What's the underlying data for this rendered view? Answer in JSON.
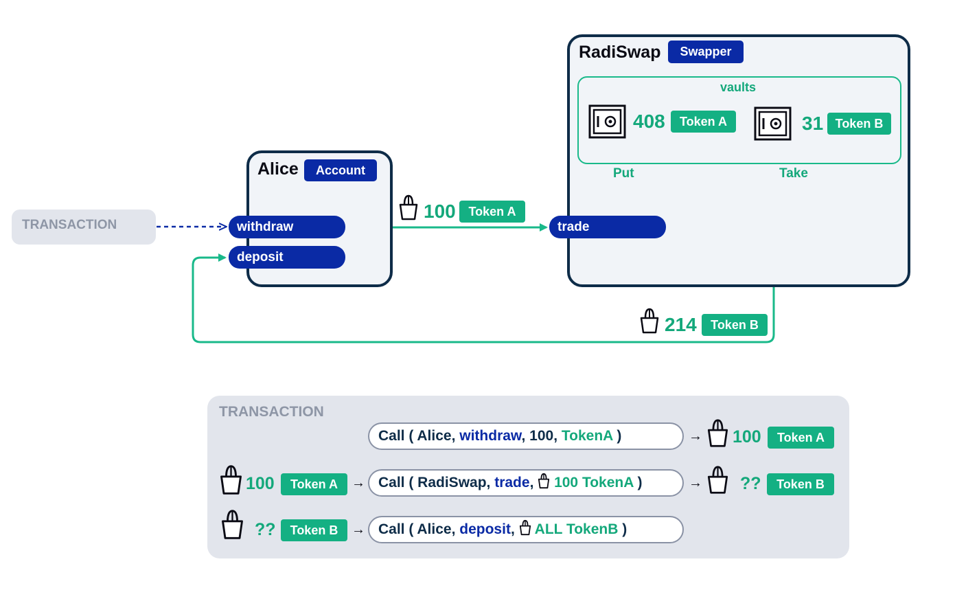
{
  "transaction_label": "TRANSACTION",
  "alice": {
    "name": "Alice",
    "type": "Account",
    "methods": [
      "withdraw",
      "deposit"
    ]
  },
  "radiswap": {
    "name": "RadiSwap",
    "type": "Swapper",
    "vaults_label": "vaults",
    "vault_a": {
      "amount": "408",
      "token": "Token A"
    },
    "vault_b": {
      "amount": "31",
      "token": "Token B"
    },
    "put_label": "Put",
    "take_label": "Take",
    "method": "trade"
  },
  "flow_out": {
    "amount": "100",
    "token": "Token A"
  },
  "flow_back": {
    "amount": "214",
    "token": "Token B"
  },
  "panel": {
    "label": "TRANSACTION",
    "row1": {
      "call_prefix": "Call ( Alice, ",
      "method": "withdraw",
      "args": ", 100, ",
      "arg_token": "TokenA",
      "call_suffix": " )",
      "arrow": "→",
      "out_amount": "100",
      "out_token": "Token A"
    },
    "row2": {
      "in_amount": "100",
      "in_token": "Token A",
      "arrow": "→",
      "call_prefix": "Call ( RadiSwap, ",
      "method": "trade",
      "sep": ", ",
      "arg_bucket": "100 TokenA",
      "call_suffix": " )",
      "arrow_out": "→",
      "out_amount": "??",
      "out_token": "Token B"
    },
    "row3": {
      "in_amount": "??",
      "in_token": "Token B",
      "arrow": "→",
      "call_prefix": "Call ( Alice, ",
      "method": "deposit",
      "sep": ", ",
      "arg_bucket": "ALL TokenB",
      "call_suffix": " )"
    }
  },
  "colors": {
    "navy": "#0a2aa5",
    "green": "#14b083",
    "border": "#0e2c48",
    "panel": "#e2e5ec"
  },
  "icons": [
    "bucket-icon",
    "safe-icon",
    "arrow-icon"
  ]
}
